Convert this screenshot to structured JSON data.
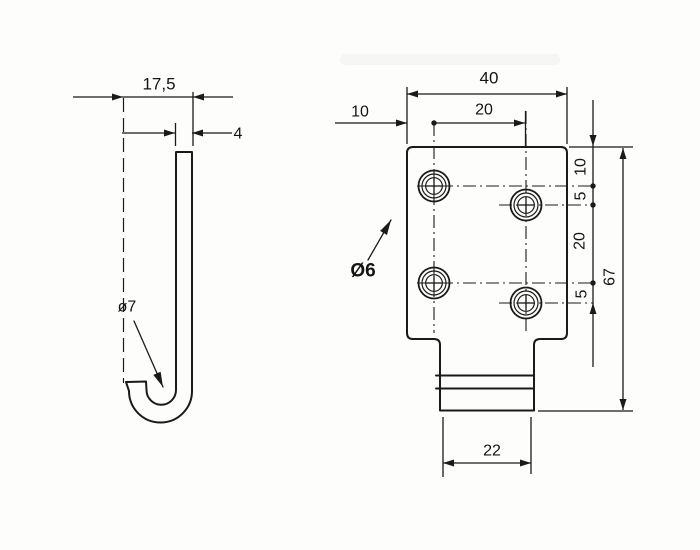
{
  "drawing": {
    "side_view": {
      "overall_width": "17,5",
      "material_thickness": "4",
      "bend_diameter": "ø7"
    },
    "front_view": {
      "overall_width": "40",
      "hole_edge_offset": "10",
      "hole_spacing_horizontal": "20",
      "hole_top_offset": "10",
      "row_step_upper": "5",
      "row_spacing": "20",
      "row_step_lower": "5",
      "overall_height": "67",
      "hole_diameter": "Ø6",
      "tab_width": "22"
    },
    "colors": {
      "ink": "#1a1a1a",
      "paper": "#fdfdfc"
    }
  }
}
